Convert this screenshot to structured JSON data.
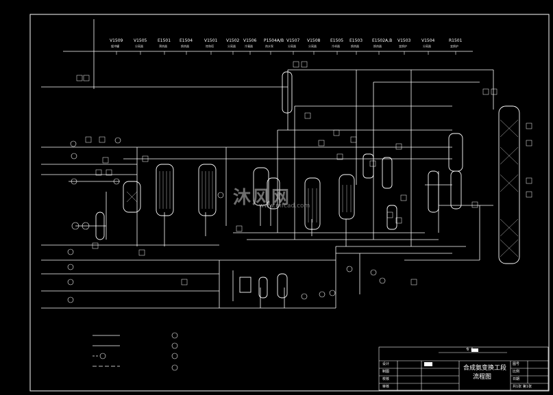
{
  "equipment_tags": [
    {
      "code": "V1509",
      "name": "缓冲罐"
    },
    {
      "code": "V1505",
      "name": "分离器"
    },
    {
      "code": "E1501",
      "name": "预热器"
    },
    {
      "code": "E1504",
      "name": "换热器"
    },
    {
      "code": "V1501",
      "name": "饱和塔"
    },
    {
      "code": "V1502",
      "name": "分离器"
    },
    {
      "code": "V1506",
      "name": "冷凝器"
    },
    {
      "code": "P1504A/B",
      "name": "热水泵"
    },
    {
      "code": "V1507",
      "name": "分离器"
    },
    {
      "code": "V1508",
      "name": "分离器"
    },
    {
      "code": "E1505",
      "name": "冷却器"
    },
    {
      "code": "E1503",
      "name": "换热器"
    },
    {
      "code": "E1502A,B",
      "name": "换热器"
    },
    {
      "code": "V1503",
      "name": "变换炉"
    },
    {
      "code": "V1504",
      "name": "分离器"
    },
    {
      "code": "R1501",
      "name": "变换炉"
    }
  ],
  "watermark": {
    "main": "沐风网",
    "sub": "www.mfcad.com"
  },
  "title_block": {
    "drawing_title_line1": "合成氨变换工段",
    "drawing_title_line2": "流程图",
    "label_design": "设计",
    "label_draw": "制图",
    "label_check": "校核",
    "label_approve": "审核",
    "label_specialty": "专 业",
    "label_scale": "比例",
    "label_date": "日期",
    "label_drawing_no": "图号",
    "label_sheet": "共1张  第1张"
  }
}
